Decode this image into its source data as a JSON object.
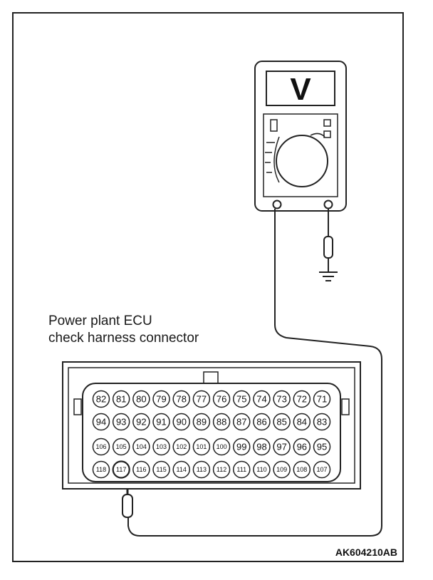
{
  "meter": {
    "display_symbol": "V"
  },
  "connector": {
    "label_line1": "Power plant ECU",
    "label_line2": "check harness connector",
    "rows": [
      [
        "82",
        "81",
        "80",
        "79",
        "78",
        "77",
        "76",
        "75",
        "74",
        "73",
        "72",
        "71"
      ],
      [
        "94",
        "93",
        "92",
        "91",
        "90",
        "89",
        "88",
        "87",
        "86",
        "85",
        "84",
        "83"
      ],
      [
        "106",
        "105",
        "104",
        "103",
        "102",
        "101",
        "100",
        "99",
        "98",
        "97",
        "96",
        "95"
      ],
      [
        "118",
        "117",
        "116",
        "115",
        "114",
        "113",
        "112",
        "111",
        "110",
        "109",
        "108",
        "107"
      ]
    ],
    "probed_pin": "117"
  },
  "figure_id": "AK604210AB"
}
